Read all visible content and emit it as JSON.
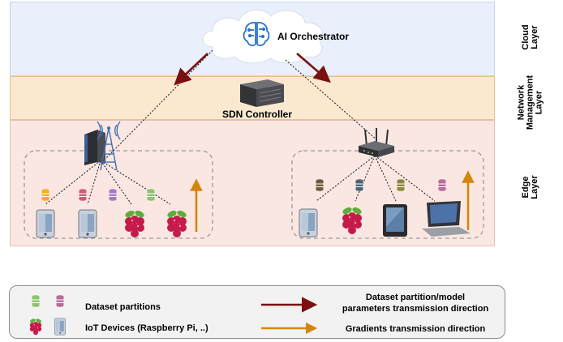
{
  "layers": {
    "cloud": "Cloud\nLayer",
    "network": "Network\nManagement\nLayer",
    "edge": "Edge\nLayer"
  },
  "nodes": {
    "orchestrator": "AI Orchestrator",
    "sdn": "SDN Controller"
  },
  "legend": {
    "dataset_partitions": "Dataset partitions",
    "iot_devices": "IoT Devices (Raspberry Pi, ..)",
    "red_arrow_line1": "Dataset partition/model",
    "red_arrow_line2": "parameters transmission direction",
    "orange_arrow": "Gradients transmission direction"
  },
  "colors": {
    "model_arrow": "#7a1010",
    "gradient_arrow": "#d4860c",
    "cloud_band": "#e9f0fc",
    "network_band": "#fbe9cf",
    "edge_band": "#fbe7e2"
  },
  "icons": [
    "brain-chip-icon",
    "server-icon",
    "cell-tower-icon",
    "wifi-router-icon",
    "database-icon",
    "smartphone-icon",
    "raspberry-pi-icon",
    "tablet-icon",
    "laptop-icon"
  ]
}
